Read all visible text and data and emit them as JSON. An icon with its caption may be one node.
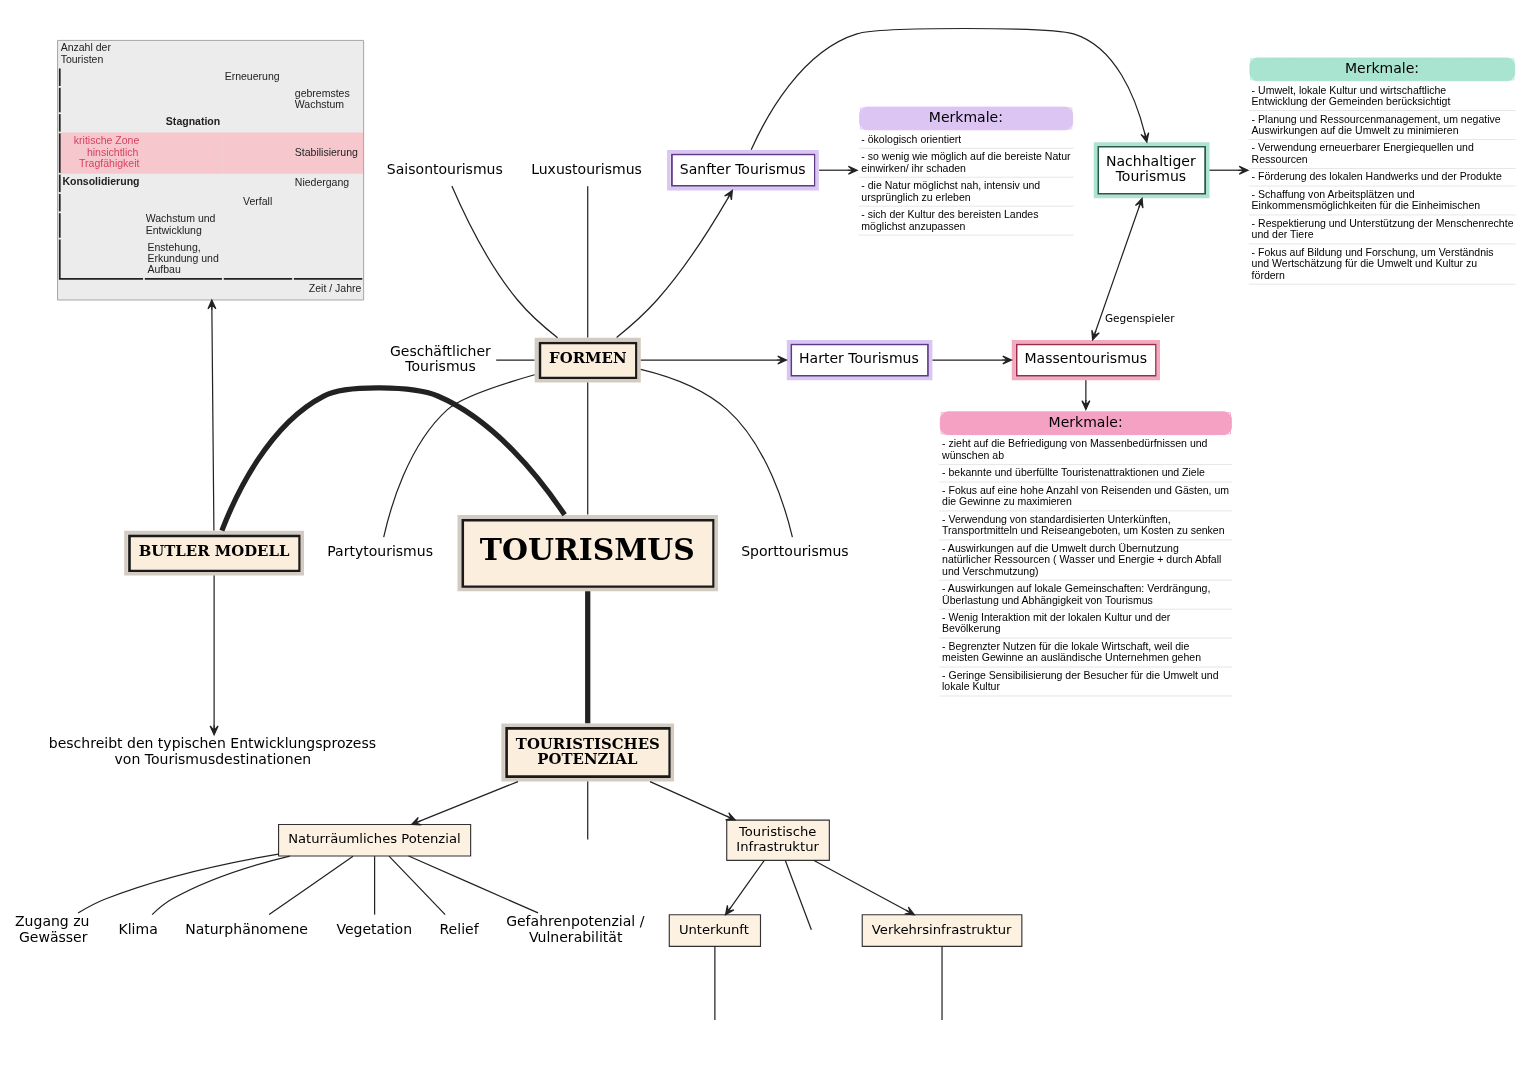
{
  "diagram": {
    "nodes": [
      {
        "text": [
          "Merkmale:",
          "- ökologisch orientiert",
          "- so wenig wie möglich auf die bereiste Natur einwirken/ ihr schaden",
          "- die Natur möglichst nah, intensiv und ursprünglich zu erleben",
          "- sich der Kultur des bereisten Landes möglichst anzupassen"
        ]
      },
      {
        "text": [
          "Merkmale:",
          "- Umwelt, lokale Kultur und wirtschaftliche Entwicklung der Gemeinden berücksichtigt",
          "- Planung und Ressourcenmanagement, um negative Auswirkungen auf die Umwelt zu minimieren",
          "- Verwendung erneuerbarer Energiequellen und Ressourcen",
          "- Förderung des lokalen Handwerks und der Produkte",
          "- Schaffung von Arbeitsplätzen und Einkommensmöglichkeiten für die Einheimischen",
          "- Respektierung und Unterstützung der Menschenrechte und der Tiere",
          "- Fokus auf Bildung und Forschung, um Verständnis und Wertschätzung für die Umwelt und Kultur zu fördern"
        ]
      },
      {
        "text": [
          "Anzahl der Touristen",
          "Erneuerung",
          "gebremstes Wachstum",
          "Stagnation",
          "kritische Zone hinsichtlich Tragfähigkeit",
          "Stabilisierung",
          "Konsolidierung",
          "Niedergang",
          "Verfall",
          "Wachstum und Entwicklung",
          "Enstehung, Erkundung und Aufbau",
          "Zeit / Jahre"
        ]
      },
      {
        "text": [
          "Sanfter Tourismus"
        ]
      },
      {
        "text": [
          "Nachhaltiger Tourismus"
        ]
      },
      {
        "text": [
          "Saisontourismus"
        ]
      },
      {
        "text": [
          "Luxustourismus"
        ]
      },
      {
        "text": [
          "FORMEN"
        ]
      },
      {
        "text": [
          "Geschäftlicher Tourismus"
        ]
      },
      {
        "text": [
          "Massentourismus"
        ]
      },
      {
        "text": [
          "Harter Tourismus"
        ]
      },
      {
        "text": [
          "Sporttourismus"
        ]
      },
      {
        "text": [
          "Partytourismus"
        ]
      },
      {
        "text": [
          "Merkmale:",
          "- zieht auf die Befriedigung von Massenbedürfnissen und wünschen ab",
          "- bekannte und überfüllte Touristenattraktionen und Ziele",
          "- Fokus auf eine hohe Anzahl von Reisenden und Gästen, um die Gewinne zu maximieren",
          "- Verwendung von standardisierten Unterkünften, Transportmitteln und Reiseangeboten, um Kosten zu senken",
          "- Auswirkungen auf die Umwelt durch Übernutzung natürlicher Ressourcen ( Wasser und Energie + durch Abfall und Verschmutzung)",
          "- Auswirkungen auf lokale Gemeinschaften: Verdrängung, Überlastung und Abhängigkeit von Tourismus",
          "- Wenig Interaktion mit der lokalen Kultur und der Bevölkerung",
          "- Begrenzter Nutzen für die lokale Wirtschaft, weil die meisten Gewinne an ausländische Unternehmen gehen",
          "- Geringe Sensibilisierung der Besucher für die Umwelt und lokale Kultur"
        ]
      },
      {
        "text": [
          "BUTLER MODELL"
        ]
      },
      {
        "text": [
          "TOURISMUS"
        ]
      },
      {
        "text": [
          "beschreibt den typischen Entwicklungsprozess von Tourismusdestinationen"
        ]
      },
      {
        "text": [
          "TOURISTISCHES POTENZIAL"
        ]
      },
      {
        "text": [
          "Naturräumliches Potenzial"
        ]
      },
      {
        "text": [
          "Zugang zu Gewässer"
        ]
      },
      {
        "text": [
          "Gefahrenpotenzial / Vulnerabilität"
        ]
      },
      {
        "text": [
          "Klima"
        ]
      },
      {
        "text": [
          "Relief"
        ]
      },
      {
        "text": [
          "Naturphänomene"
        ]
      },
      {
        "text": [
          "Vegetation"
        ]
      },
      {
        "text": [
          "Touristische Infrastruktur"
        ]
      },
      {
        "text": [
          "Unterkunft"
        ]
      },
      {
        "text": [
          "Verkehrsinfrastruktur"
        ]
      }
    ],
    "edges": [
      {
        "from": 3,
        "to": 0,
        "arrow": "to"
      },
      {
        "from": 4,
        "to": 1,
        "arrow": "to"
      },
      {
        "from": 14,
        "to": 2,
        "arrow": "to"
      },
      {
        "from": 3,
        "to": 4,
        "arrow": "to"
      },
      {
        "from": 7,
        "to": 3,
        "arrow": "to"
      },
      {
        "from": 5,
        "to": 7,
        "arrow": "none"
      },
      {
        "from": 6,
        "to": 7,
        "arrow": "none"
      },
      {
        "from": 8,
        "to": 7,
        "arrow": "none"
      },
      {
        "from": 4,
        "to": 9,
        "arrow": "both",
        "label": "Gegenspieler"
      },
      {
        "from": 7,
        "to": 10,
        "arrow": "to"
      },
      {
        "from": 10,
        "to": 9,
        "arrow": "to"
      },
      {
        "from": 7,
        "to": 11,
        "arrow": "none"
      },
      {
        "from": 7,
        "to": 15,
        "arrow": "none"
      },
      {
        "from": 7,
        "to": 12,
        "arrow": "none"
      },
      {
        "from": 9,
        "to": 13,
        "arrow": "to"
      },
      {
        "from": 14,
        "to": 15,
        "arrow": "none",
        "style": "thick"
      },
      {
        "from": 14,
        "to": 16,
        "arrow": "to"
      },
      {
        "from": 15,
        "to": 17,
        "arrow": "none",
        "style": "thick"
      },
      {
        "from": 17,
        "to": 18,
        "arrow": "to"
      },
      {
        "from": 17,
        "to": null,
        "arrow": "none"
      },
      {
        "from": 17,
        "to": 25,
        "arrow": "to"
      },
      {
        "from": 18,
        "to": 19,
        "arrow": "none"
      },
      {
        "from": 18,
        "to": 21,
        "arrow": "none"
      },
      {
        "from": 18,
        "to": 23,
        "arrow": "none"
      },
      {
        "from": 18,
        "to": 24,
        "arrow": "none"
      },
      {
        "from": 18,
        "to": 22,
        "arrow": "none"
      },
      {
        "from": 18,
        "to": 20,
        "arrow": "none"
      },
      {
        "from": 25,
        "to": 26,
        "arrow": "to"
      },
      {
        "from": 25,
        "to": null,
        "arrow": "none"
      },
      {
        "from": 25,
        "to": 27,
        "arrow": "to"
      },
      {
        "from": 26,
        "to": null,
        "arrow": "none"
      },
      {
        "from": 27,
        "to": null,
        "arrow": "none"
      }
    ]
  }
}
